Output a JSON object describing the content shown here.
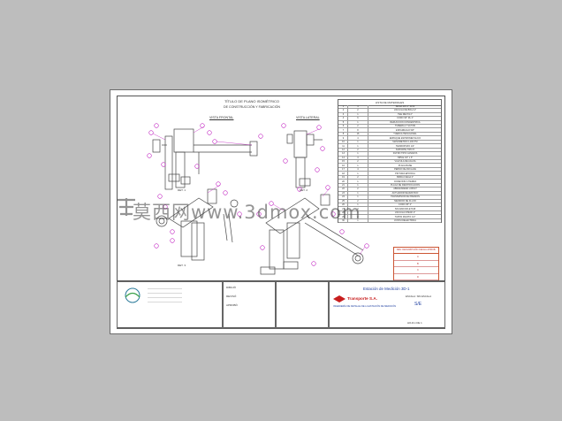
{
  "drawing": {
    "top_title": "TÍTULO DE PLANO ISOMÉTRICO",
    "top_subtitle": "DE CONSTRUCCIÓN Y FABRICACIÓN",
    "view_front": "VISTA FRONTAL",
    "view_lateral": "VISTA LATERAL",
    "detail_labels": [
      "DET. 1",
      "DET. 2",
      "DET. 3"
    ]
  },
  "bom": {
    "header": "LISTA DE MATERIALES",
    "rows": [
      {
        "item": "1",
        "qty": "4",
        "desc": "BRIDA WN 2\" #150"
      },
      {
        "item": "2",
        "qty": "2",
        "desc": "VÁLVULA DE BOLA 2\""
      },
      {
        "item": "3",
        "qty": "1",
        "desc": "TEE RECTA 2\""
      },
      {
        "item": "4",
        "qty": "6",
        "desc": "CODO 90° RL 2\""
      },
      {
        "item": "5",
        "qty": "1",
        "desc": "REDUCCIÓN CONCÉNTRICA"
      },
      {
        "item": "6",
        "qty": "2",
        "desc": "TUBERÍA 2\" SCH 80"
      },
      {
        "item": "7",
        "qty": "8",
        "desc": "ESPÁRRAGO 5/8\""
      },
      {
        "item": "8",
        "qty": "16",
        "desc": "TUERCA HEXAGONAL"
      },
      {
        "item": "9",
        "qty": "4",
        "desc": "EMPAQUE ESPIROMETÁLICO"
      },
      {
        "item": "10",
        "qty": "1",
        "desc": "MANÓMETRO 0-100 PSI"
      },
      {
        "item": "11",
        "qty": "1",
        "desc": "TERMOPOZO 1/2\""
      },
      {
        "item": "12",
        "qty": "2",
        "desc": "SOPORTE TIPO H"
      },
      {
        "item": "13",
        "qty": "1",
        "desc": "FILTRO TIPO CANASTA"
      },
      {
        "item": "14",
        "qty": "3",
        "desc": "NIPLE 1/2\" x 3\""
      },
      {
        "item": "15",
        "qty": "2",
        "desc": "VÁLVULA DE AGUJA"
      },
      {
        "item": "16",
        "qty": "1",
        "desc": "PLACA BASE"
      },
      {
        "item": "17",
        "qty": "4",
        "desc": "PERNO DE ANCLAJE"
      },
      {
        "item": "18",
        "qty": "1",
        "desc": "PINTURA EPÓXICA"
      },
      {
        "item": "19",
        "qty": "2",
        "desc": "BRIDA CIEGA 2\""
      },
      {
        "item": "20",
        "qty": "1",
        "desc": "CONEXIÓN A TIERRA"
      },
      {
        "item": "21",
        "qty": "1",
        "desc": "PLACA DE IDENTIFICACIÓN"
      },
      {
        "item": "22",
        "qty": "2",
        "desc": "ABRAZADERA U-BOLT"
      },
      {
        "item": "23",
        "qty": "1",
        "desc": "ACTUADOR NEUMÁTICO"
      },
      {
        "item": "24",
        "qty": "1",
        "desc": "TRANSMISOR DE PRESIÓN"
      },
      {
        "item": "25",
        "qty": "2",
        "desc": "MEDIDOR DE FLUJO"
      },
      {
        "item": "26",
        "qty": "1",
        "desc": "CODO 45° 2\""
      },
      {
        "item": "27",
        "qty": "3",
        "desc": "SOLDADURA E7018"
      },
      {
        "item": "28",
        "qty": "1",
        "desc": "VÁLVULA CHECK 2\""
      },
      {
        "item": "29",
        "qty": "2",
        "desc": "TAPÓN MACHO 1/2\""
      },
      {
        "item": "30",
        "qty": "1",
        "desc": "JUNTA DIELÉCTRICA"
      }
    ]
  },
  "revisions": {
    "header": "REV.  DESCRIPCIÓN  FECHA  APROB.",
    "rows": [
      "A",
      "B",
      "C",
      "D"
    ]
  },
  "watermark": "莫西网www.3dmox.com",
  "title_block": {
    "company": "Transporte S.A.",
    "project": "Estación de Medición 3D-1",
    "sheet_code": "S/E",
    "scale": "ESCALA: SIN ESCALA",
    "drawn_by": "DIBUJÓ",
    "checked_by": "REVISÓ",
    "approved_by": "APROBÓ",
    "description": "INGENIERÍA DE DETALLE DE LA ESTACIÓN DE MEDICIÓN",
    "sheet": "HOJA 1 DE 1"
  }
}
